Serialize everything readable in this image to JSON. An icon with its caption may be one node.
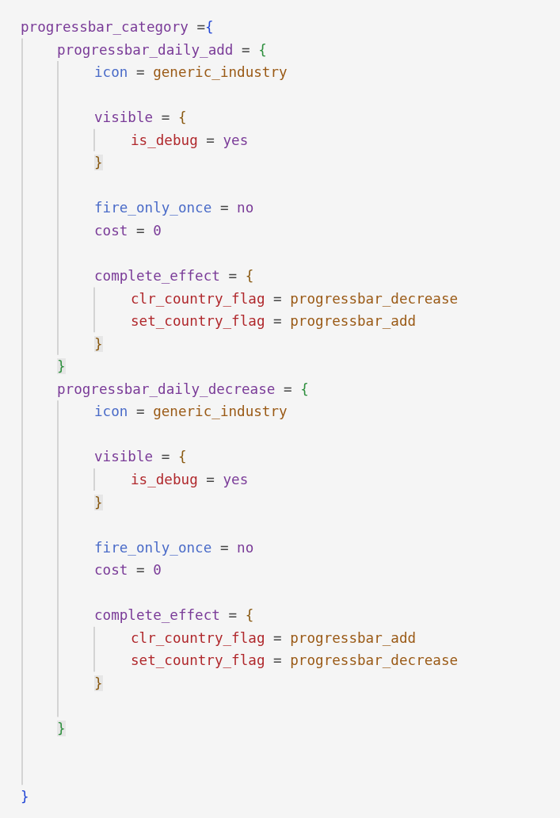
{
  "diagram": {
    "labels": [
      "progressbar_category ={",
      "progressbar_daily_add = {",
      "icon = generic_industry",
      "visible = {",
      "is_debug = yes",
      "}",
      "fire_only_once = no",
      "cost = 0",
      "complete_effect = {",
      "clr_country_flag = progressbar_decrease",
      "set_country_flag = progressbar_add",
      "}",
      "}",
      "progressbar_daily_decrease = {",
      "icon = generic_industry",
      "visible = {",
      "is_debug = yes",
      "}",
      "fire_only_once = no",
      "cost = 0",
      "complete_effect = {",
      "clr_country_flag = progressbar_add",
      "set_country_flag = progressbar_decrease",
      "}",
      "}",
      "}"
    ]
  }
}
